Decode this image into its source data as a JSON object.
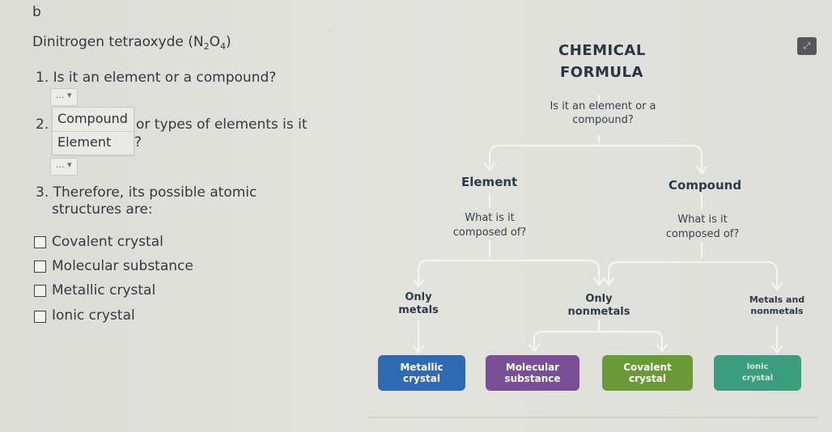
{
  "section_letter": "b",
  "compound": {
    "name": "Dinitrogen tetraoxyde",
    "formula_prefix": "(N",
    "sub1": "2",
    "mid": "O",
    "sub2": "4",
    "suffix": ")"
  },
  "q1": {
    "text": "1. Is it an element or a compound?",
    "answer_chip": "... ▾"
  },
  "q2": {
    "prefix": "2.",
    "text_after": "or types of elements is it",
    "qmark": "?",
    "answer_chip": "... ▾",
    "dropdown_options": [
      "Compound",
      "Element"
    ]
  },
  "q3": {
    "line1": "3. Therefore, its possible atomic",
    "line2": "structures are:"
  },
  "options": [
    "Covalent crystal",
    "Molecular substance",
    "Metallic crystal",
    "Ionic crystal"
  ],
  "flowchart": {
    "title1": "CHEMICAL",
    "title2": "FORMULA",
    "question_top_1": "Is it an element or a",
    "question_top_2": "compound?",
    "element": "Element",
    "compound_label": "Compound",
    "elem_q1": "What is it",
    "elem_q2": "composed of?",
    "comp_q1": "What is it",
    "comp_q2": "composed of?",
    "only_metals_1": "Only",
    "only_metals_2": "metals",
    "only_nonmetals_1": "Only",
    "only_nonmetals_2": "nonmetals",
    "metals_nonmetals_1": "Metals and",
    "metals_nonmetals_2": "nonmetals",
    "box_metallic_1": "Metallic",
    "box_metallic_2": "crystal",
    "box_molecular_1": "Molecular",
    "box_molecular_2": "substance",
    "box_covalent_1": "Covalent",
    "box_covalent_2": "crystal",
    "box_ionic_1": "Ionic",
    "box_ionic_2": "crystal"
  },
  "colors": {
    "metallic": "#2e6ab3",
    "molecular": "#7a4f96",
    "covalent": "#6a9a35",
    "ionic": "#3a9e7e",
    "line": "#f2f2ef"
  },
  "corner_button_icon": "expand-icon"
}
